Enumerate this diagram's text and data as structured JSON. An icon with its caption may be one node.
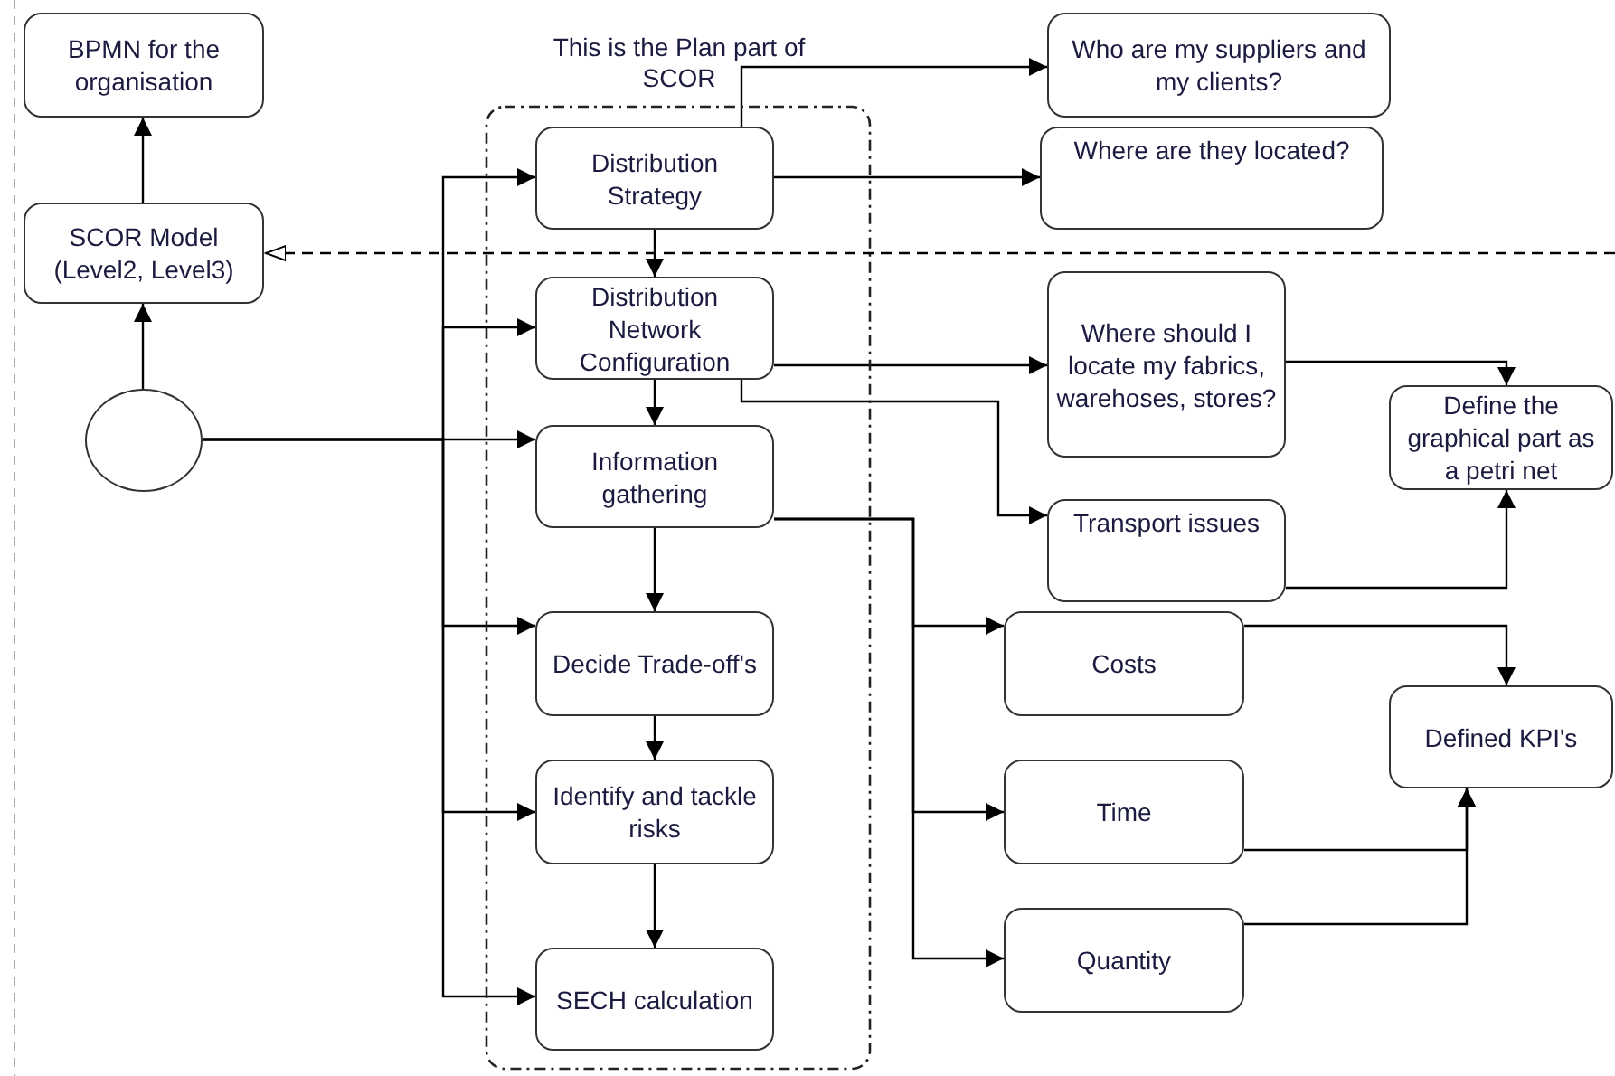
{
  "diagram": {
    "nodes": [
      {
        "text": [
          "BPMN for the organisation"
        ]
      },
      {
        "text": [
          "SCOR Model (Level2, Level3)"
        ]
      },
      {
        "text": [],
        "shape": "circle"
      },
      {
        "text": [
          "This is the Plan part of SCOR"
        ]
      },
      {
        "text": [
          "Distribution Strategy"
        ],
        "in": 3
      },
      {
        "text": [
          "Distribution Network Configuration"
        ],
        "in": 3
      },
      {
        "text": [
          "Information gathering"
        ],
        "in": 3
      },
      {
        "text": [
          "Decide Trade-off's"
        ],
        "in": 3
      },
      {
        "text": [
          "Identify and tackle risks"
        ],
        "in": 3
      },
      {
        "text": [
          "SECH calculation"
        ],
        "in": 3
      },
      {
        "text": [
          "Who are my suppliers and my clients?"
        ]
      },
      {
        "text": [
          "Where are they located?"
        ]
      },
      {
        "text": [
          "Where should I locate my fabrics, warehoses, stores?"
        ]
      },
      {
        "text": [
          "Transport issues"
        ]
      },
      {
        "text": [
          "Define the graphical part as a petri net"
        ]
      },
      {
        "text": [
          "Costs"
        ]
      },
      {
        "text": [
          "Time"
        ]
      },
      {
        "text": [
          "Quantity"
        ]
      },
      {
        "text": [
          "Defined KPI's"
        ]
      }
    ],
    "edges": [
      {
        "from": 1,
        "to": 0,
        "arrow": "to"
      },
      {
        "from": 2,
        "to": 1,
        "arrow": "to"
      },
      {
        "from": 2,
        "to": 4,
        "arrow": "to"
      },
      {
        "from": 2,
        "to": 5,
        "arrow": "to"
      },
      {
        "from": 2,
        "to": 6,
        "arrow": "to"
      },
      {
        "from": 2,
        "to": 7,
        "arrow": "to"
      },
      {
        "from": 2,
        "to": 8,
        "arrow": "to"
      },
      {
        "from": 2,
        "to": 9,
        "arrow": "to"
      },
      {
        "from": null,
        "to": 1,
        "arrow": "to",
        "style": "dashed"
      },
      {
        "from": 4,
        "to": 5,
        "arrow": "to"
      },
      {
        "from": 5,
        "to": 6,
        "arrow": "to"
      },
      {
        "from": 6,
        "to": 7,
        "arrow": "to"
      },
      {
        "from": 7,
        "to": 8,
        "arrow": "to"
      },
      {
        "from": 8,
        "to": 9,
        "arrow": "to"
      },
      {
        "from": 4,
        "to": 10,
        "arrow": "to"
      },
      {
        "from": 4,
        "to": 11,
        "arrow": "to"
      },
      {
        "from": 5,
        "to": 12,
        "arrow": "to"
      },
      {
        "from": 5,
        "to": 13,
        "arrow": "to"
      },
      {
        "from": 6,
        "to": 15,
        "arrow": "to"
      },
      {
        "from": 6,
        "to": 16,
        "arrow": "to"
      },
      {
        "from": 6,
        "to": 17,
        "arrow": "to"
      },
      {
        "from": 12,
        "to": 14,
        "arrow": "to"
      },
      {
        "from": 13,
        "to": 14,
        "arrow": "to"
      },
      {
        "from": 15,
        "to": 18,
        "arrow": "to"
      },
      {
        "from": 16,
        "to": 18,
        "arrow": "to"
      },
      {
        "from": 17,
        "to": 18,
        "arrow": "to"
      }
    ]
  }
}
